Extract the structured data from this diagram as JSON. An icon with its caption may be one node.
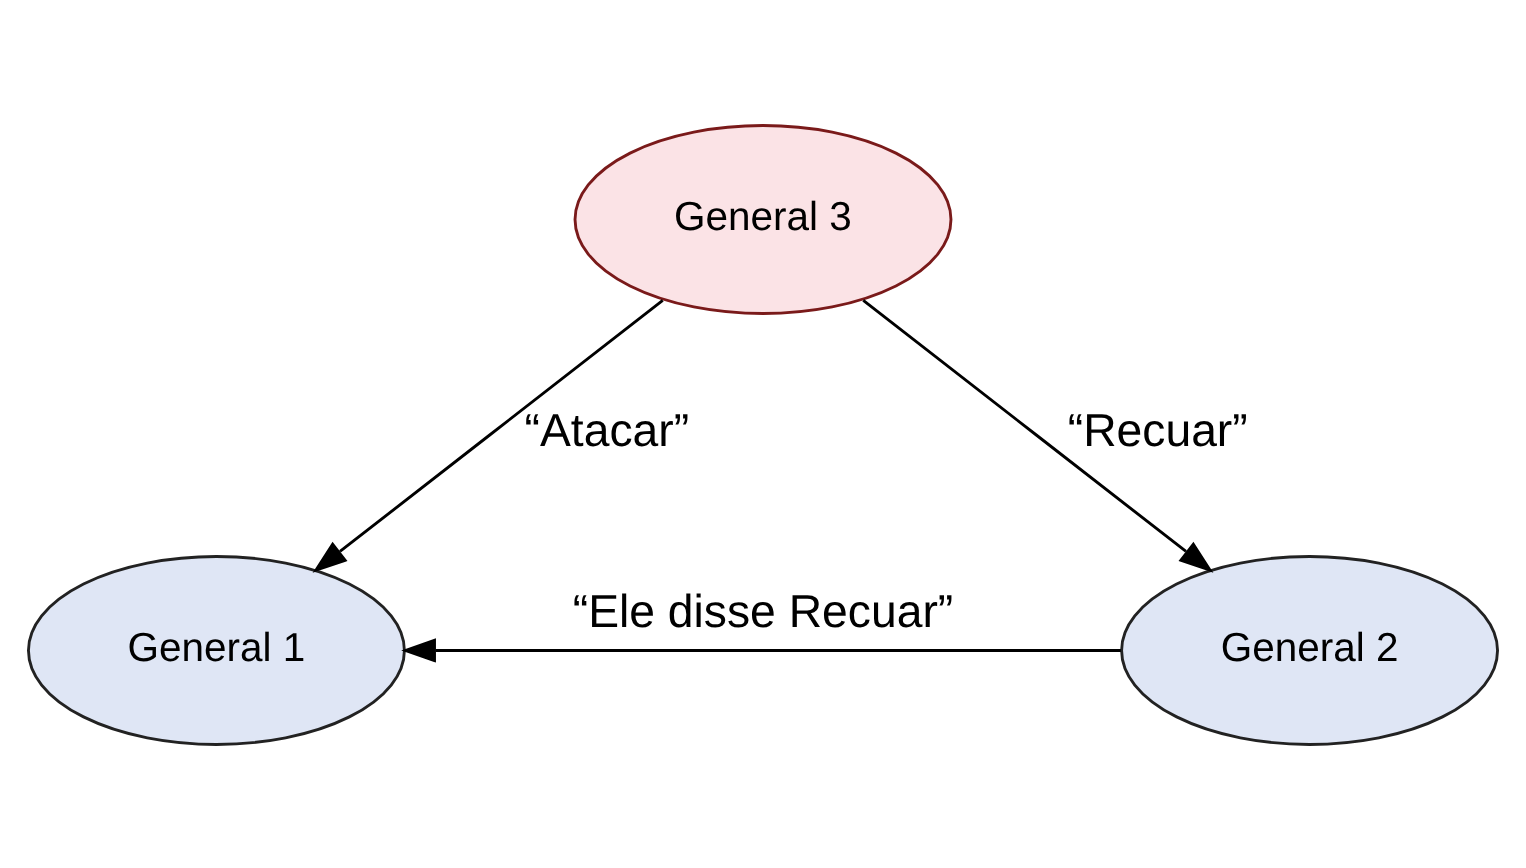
{
  "diagram": {
    "nodes": [
      {
        "text": [
          "General 3"
        ]
      },
      {
        "text": [
          "General 1"
        ]
      },
      {
        "text": [
          "General 2"
        ]
      }
    ],
    "edges": [
      {
        "from": 0,
        "to": 1,
        "arrow": "to",
        "label": "“Atacar”"
      },
      {
        "from": 0,
        "to": 2,
        "arrow": "to",
        "label": "“Recuar”"
      },
      {
        "from": 2,
        "to": 1,
        "arrow": "to",
        "label": "“Ele disse Recuar”"
      }
    ]
  }
}
